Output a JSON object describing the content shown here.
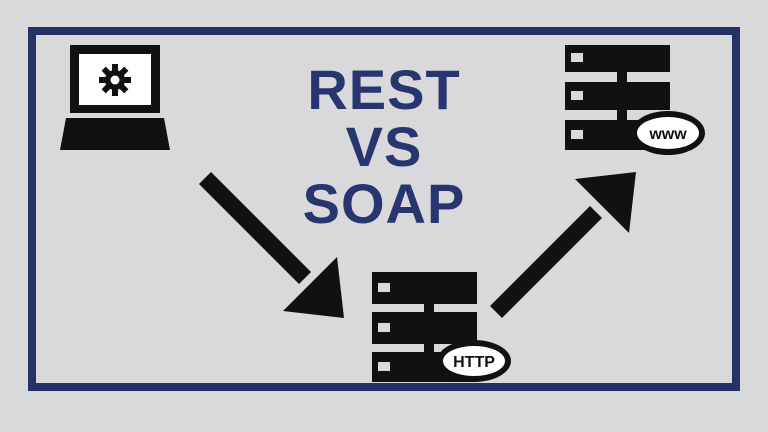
{
  "title": {
    "line1": "REST",
    "line2": "VS",
    "line3": "SOAP"
  },
  "labels": {
    "server_bottom": "HTTP",
    "server_top": "www"
  },
  "icons": {
    "client": "laptop-icon",
    "client_badge": "gear-icon",
    "arrow_in": "arrow-down-right-icon",
    "arrow_out": "arrow-up-right-icon",
    "server_http": "server-stack-icon",
    "server_www": "server-stack-icon"
  },
  "colors": {
    "background": "#d9d9dc",
    "frame": "#243066",
    "title": "#283670",
    "icon": "#111111",
    "badge_fill": "#ffffff"
  }
}
